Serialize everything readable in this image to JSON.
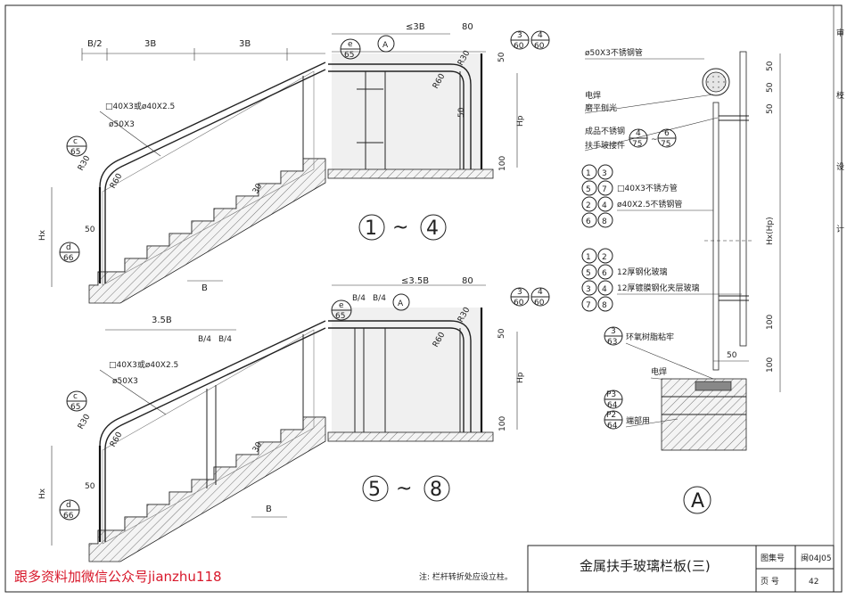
{
  "title_block": {
    "title": "金属扶手玻璃栏板(三)",
    "set_label": "图集号",
    "set_value": "闽04J05",
    "page_label": "页 号",
    "page_value": "42"
  },
  "note": "注: 栏杆转折处应设立柱。",
  "watermark": "跟多资料加微信公众号jianzhu118",
  "figure_labels": {
    "fig1_a": "1",
    "fig1_b": "4",
    "fig2_a": "5",
    "fig2_b": "8",
    "tilde": "~",
    "detailA": "A"
  },
  "top_stair": {
    "dims": [
      "B/2",
      "3B",
      "3B"
    ],
    "labels": [
      "□40X3或ø40X2.5",
      "ø50X3",
      "R30",
      "R60",
      "50",
      "Hx",
      "B",
      "30"
    ],
    "bubbles": [
      {
        "top": "c",
        "bottom": "65"
      },
      {
        "top": "d",
        "bottom": "66"
      }
    ]
  },
  "bottom_stair": {
    "dims": [
      "3.5B",
      "B/4",
      "B/4"
    ],
    "labels": [
      "□40X3或ø40X2.5",
      "ø50X3",
      "R30",
      "R60",
      "50",
      "Hx",
      "B",
      "30"
    ],
    "bubbles": [
      {
        "top": "c",
        "bottom": "65"
      },
      {
        "top": "d",
        "bottom": "66"
      }
    ]
  },
  "top_plan": {
    "dims": [
      "≤3B",
      "80",
      "R30",
      "R60",
      "50",
      "50",
      "Hp",
      "100"
    ],
    "bubbles": [
      {
        "top": "e",
        "bottom": "65"
      },
      {
        "top": "A",
        "bottom": ""
      },
      {
        "top": "3",
        "bottom": "60"
      },
      {
        "top": "4",
        "bottom": "60"
      }
    ]
  },
  "bottom_plan": {
    "dims": [
      "≤3.5B",
      "80",
      "B/4",
      "B/4",
      "R30",
      "R60",
      "50",
      "Hp",
      "100"
    ],
    "bubbles": [
      {
        "top": "e",
        "bottom": "65"
      },
      {
        "top": "A",
        "bottom": ""
      },
      {
        "top": "3",
        "bottom": "60"
      },
      {
        "top": "4",
        "bottom": "60"
      }
    ]
  },
  "detail_A": {
    "pipe": "ø50X3不锈钢管",
    "weld1": "电焊",
    "weld1b": "磨平刨光",
    "fitting1": "成品不锈钢",
    "fitting2": "扶手玻接件",
    "fitting_ref": [
      {
        "top": "4",
        "bottom": "75"
      },
      {
        "top": "6",
        "bottom": "75"
      }
    ],
    "group1": [
      [
        "1",
        "3"
      ],
      [
        "5",
        "7"
      ],
      [
        "2",
        "4"
      ],
      [
        "6",
        "8"
      ]
    ],
    "group1_text": [
      "□40X3不锈方管",
      "ø40X2.5不锈钢管"
    ],
    "group2": [
      [
        "1",
        "2"
      ],
      [
        "5",
        "6"
      ],
      [
        "3",
        "4"
      ],
      [
        "7",
        "8"
      ]
    ],
    "group2_text": [
      "12厚钢化玻璃",
      "12厚镀膜钢化夹层玻璃"
    ],
    "resin_ref": {
      "top": "3",
      "bottom": "63"
    },
    "resin": "环氧树脂粘牢",
    "weld2": "电焊",
    "end_refs": [
      {
        "top": "P3",
        "bottom": "64"
      },
      {
        "top": "P2",
        "bottom": "64"
      }
    ],
    "end_text": "端部用",
    "right_dims": [
      "50",
      "50",
      "50",
      "Hx(Hp)",
      "100",
      "100"
    ],
    "bottom_dim": "50"
  },
  "margin_marks": [
    "审",
    "校",
    "设",
    "计"
  ]
}
